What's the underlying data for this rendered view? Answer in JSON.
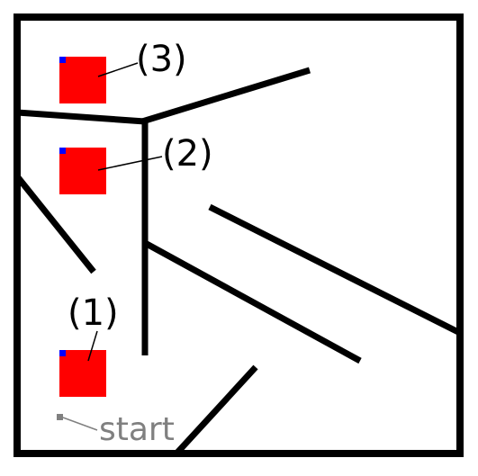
{
  "colors": {
    "background": "#ffffff",
    "wall": "#000000",
    "target": "#ff0000",
    "target_marker": "#0000ff",
    "start": "#808080"
  },
  "targets": [
    {
      "label": "(3)"
    },
    {
      "label": "(2)"
    },
    {
      "label": "(1)"
    }
  ],
  "start": {
    "label": "start"
  }
}
